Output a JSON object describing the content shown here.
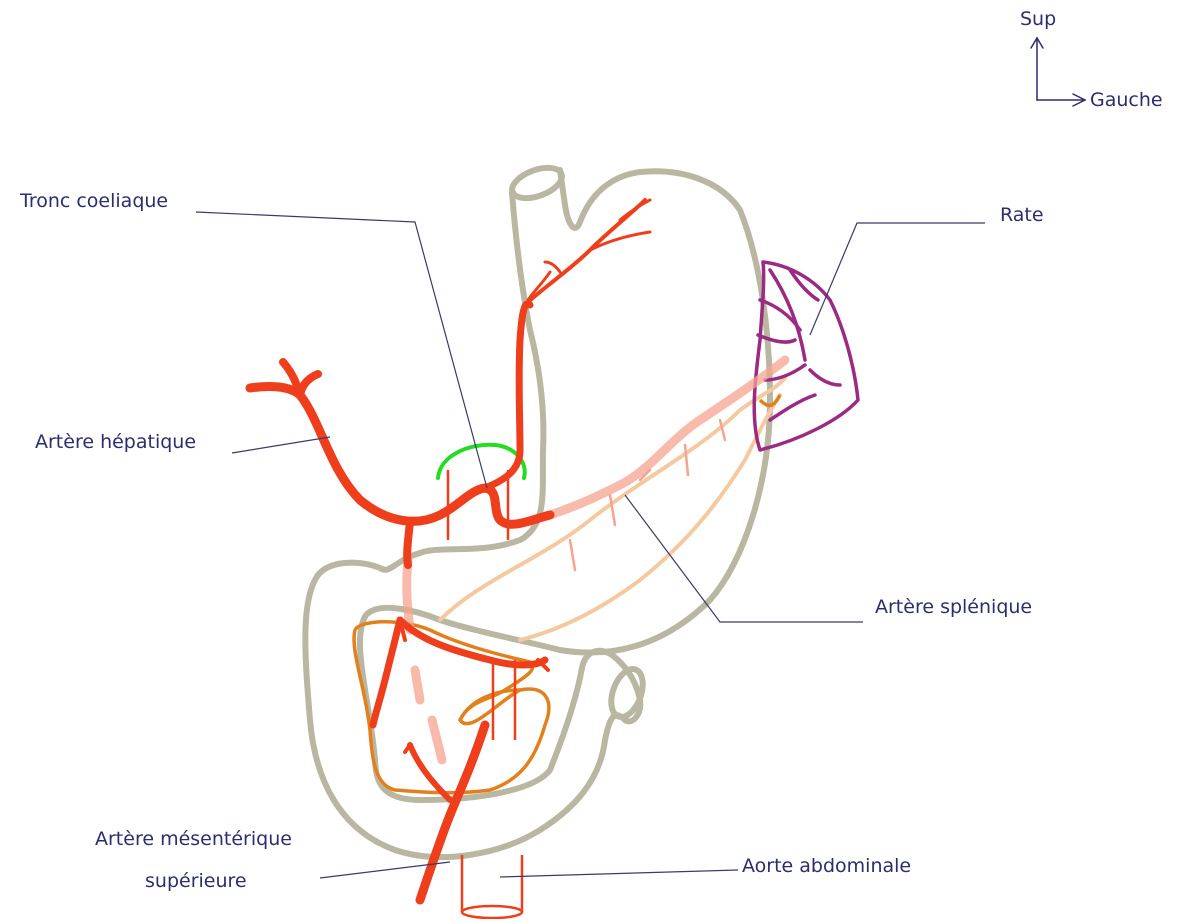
{
  "orientation": {
    "up_label": "Sup",
    "right_label": "Gauche"
  },
  "labels": {
    "tronc_coeliaque": "Tronc coeliaque",
    "rate": "Rate",
    "artere_hepatique": "Artère hépatique",
    "artere_splenique": "Artère splénique",
    "artere_mesenterique_line1": "Artère mésentérique",
    "artere_mesenterique_line2": "supérieure",
    "aorte_abdominale": "Aorte abdominale"
  },
  "colors": {
    "artery": "#ee3e1c",
    "artery_faded": "#f6a48f",
    "stomach_outline": "#b9b7a1",
    "spleen": "#9b2a82",
    "pancreas": "#e2801d",
    "pancreas_faded": "#f5c9a0",
    "celiac_marker": "#22dd22",
    "leader_line": "#3a3a6a",
    "label_text": "#2b2d6e"
  }
}
